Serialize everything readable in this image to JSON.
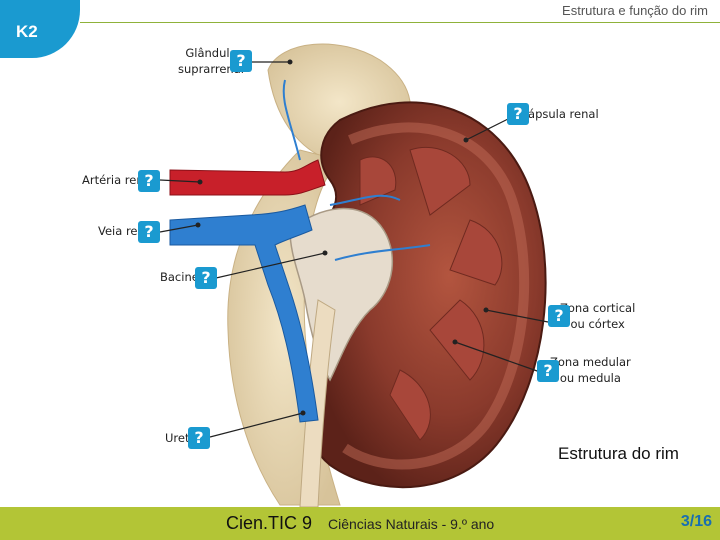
{
  "header": {
    "badge": "K2",
    "title": "Estrutura e função do rim"
  },
  "labels": {
    "glandula": "Glândula\nsuprarrenal",
    "capsula": "Cápsula renal",
    "arteria": "Artéria renal",
    "veia": "Veia renal",
    "bacinete": "Bacinete",
    "cortical": "Zona cortical\nou córtex",
    "medular": "Zona medular\nou medula",
    "ureter": "Ureter"
  },
  "question_mark": "?",
  "caption": "Estrutura do rim",
  "footer": {
    "title": "Cien.TIC 9",
    "subtitle": "Ciências Naturais - 9.º ano",
    "page": "3/16"
  },
  "colors": {
    "accent_blue": "#1a9ad0",
    "footer_green": "#b3c536",
    "line_green": "#8fb23a"
  }
}
